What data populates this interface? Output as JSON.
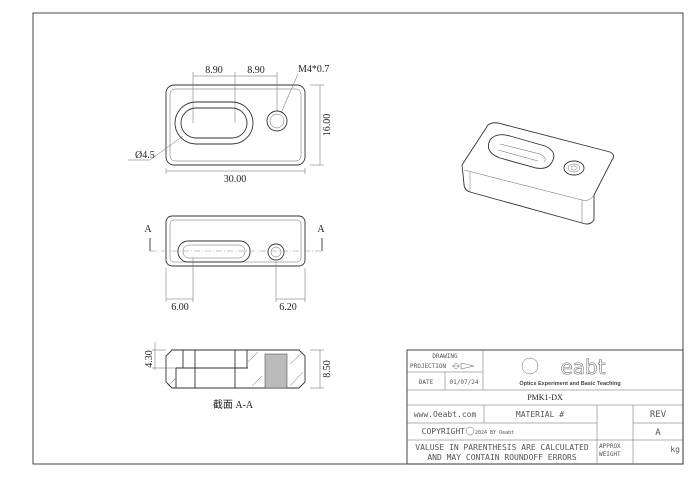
{
  "drawing": {
    "top_view": {
      "dim_left_spacing": "8.90",
      "dim_right_spacing": "8.90",
      "thread": "M4*0.7",
      "height": "16.00",
      "width": "30.00",
      "slot_diameter": "Ø4.5"
    },
    "front_view": {
      "section_mark_left": "A",
      "section_mark_right": "A",
      "dim_left": "6.00",
      "dim_right": "6.20"
    },
    "section_view": {
      "dim_depth": "4.30",
      "dim_thickness": "8.50",
      "label": "截面 A-A"
    }
  },
  "title_block": {
    "drawing_label": "DRAWING",
    "projection_label": "PROJECTION",
    "date_label": "DATE",
    "date_value": "01/07/24",
    "logo_text": "Oeabt",
    "logo_tagline": "Optics Experiment and Basic Teaching",
    "part_number": "PMK1-DX",
    "website": "www.Oeabt.com",
    "material_label": "MATERIAL #",
    "rev_label": "REV",
    "rev_value": "A",
    "copyright_label": "COPYRIGHT",
    "copyright_year": "2024 BY Oeabt",
    "note_line1": "VALUSE IN PARENTHESIS ARE CALCULATED",
    "note_line2": "AND MAY CONTAIN ROUNDOFF ERRORS",
    "approx_label": "APPROX",
    "weight_label": "WEIGHT",
    "weight_unit": "kg"
  }
}
